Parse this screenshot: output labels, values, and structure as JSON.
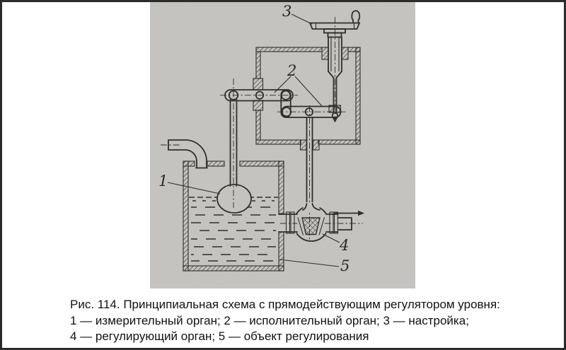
{
  "figure": {
    "name": "level-regulator-schematic",
    "labels": [
      "1",
      "2",
      "3",
      "4",
      "5"
    ]
  },
  "caption": {
    "line1": "Рис. 114. Принципиальная схема с прямодействующим регулятором уровня:",
    "line2": "1 — измерительный орган; 2 — исполнительный орган; 3 — настройка;",
    "line3": "4 — регулирующий орган; 5 — объект регулирования"
  },
  "colors": {
    "page_background": "#ffffff",
    "scan_background": "#c7c6c2",
    "ink": "#2a2a2a",
    "caption_text": "#111111",
    "border": "#2b2b2b"
  }
}
